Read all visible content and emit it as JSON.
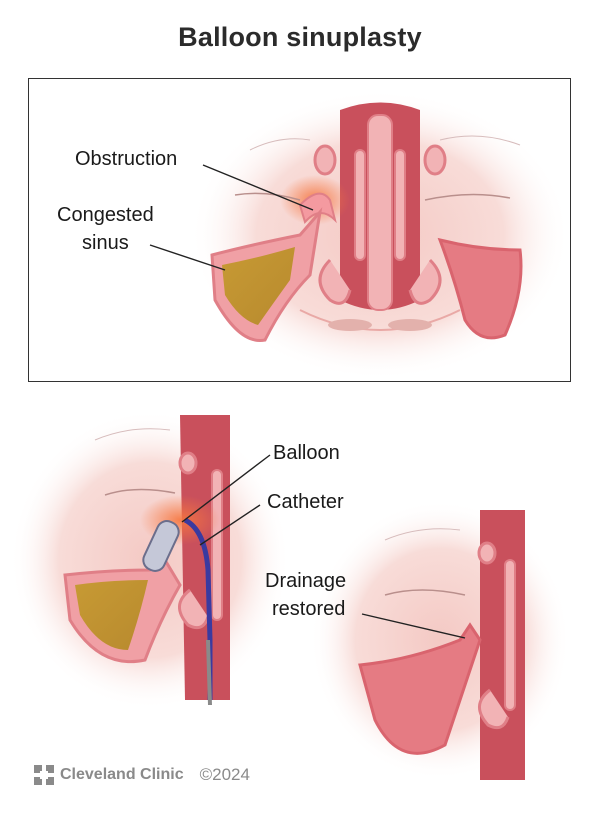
{
  "title": "Balloon sinuplasty",
  "panels": {
    "before": {
      "labels": {
        "obstruction": "Obstruction",
        "congested_line1": "Congested",
        "congested_line2": "sinus"
      }
    },
    "during": {
      "labels": {
        "balloon": "Balloon",
        "catheter": "Catheter"
      }
    },
    "after": {
      "labels": {
        "drainage_line1": "Drainage",
        "drainage_line2": "restored"
      }
    }
  },
  "footer": {
    "brand": "Cleveland Clinic",
    "copyright": "©2024",
    "logo_icon": "cleveland-clinic-logo-icon"
  },
  "colors": {
    "skin": "#f6d6d0",
    "tissue": "#e88d92",
    "cavity": "#c9505c",
    "mucus": "#c49a3a",
    "inflamed": "#f47b4a",
    "catheter": "#3a3aa0",
    "border": "#333333"
  }
}
